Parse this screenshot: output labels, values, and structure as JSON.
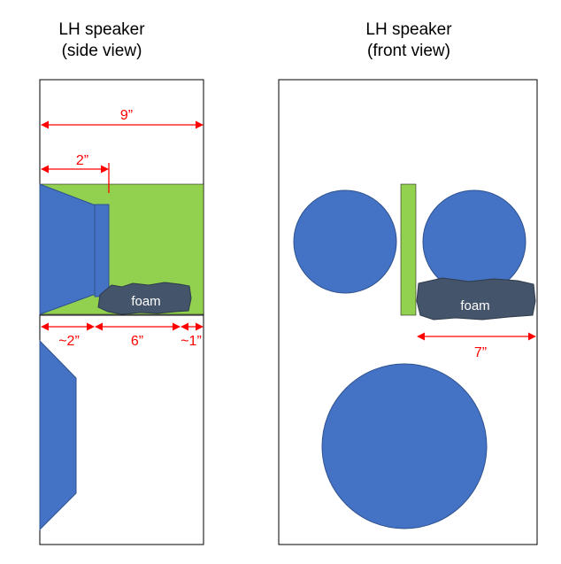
{
  "side_view": {
    "title_line1": "LH speaker",
    "title_line2": "(side view)",
    "dim_total_depth": "9”",
    "dim_baffle_offset": "2”",
    "dim_front_gap": "~2”",
    "dim_middle": "6”",
    "dim_rear_gap": "~1”",
    "foam_label": "foam"
  },
  "front_view": {
    "title_line1": "LH speaker",
    "title_line2": "(front view)",
    "dim_width": "7”",
    "foam_label": "foam"
  },
  "colors": {
    "driver_blue": "#4472c4",
    "driver_outline": "#2f528f",
    "chamber_green": "#92d050",
    "foam_dark": "#44546a",
    "dimension_red": "#ff0000",
    "outline": "#000000"
  }
}
